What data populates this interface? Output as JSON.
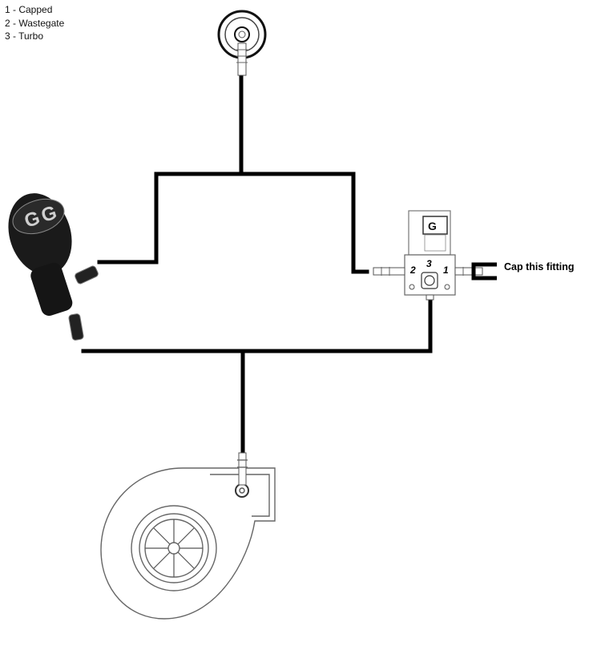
{
  "legend": {
    "items": [
      {
        "label": "1 - Capped"
      },
      {
        "label": "2 - Wastegate"
      },
      {
        "label": "3 - Turbo"
      }
    ]
  },
  "solenoid": {
    "port_labels": {
      "port1": "1",
      "port2": "2",
      "port3": "3"
    }
  },
  "annotation": {
    "cap_text": "Cap this fitting"
  },
  "colors": {
    "hose": "#000000",
    "outline": "#555555",
    "bov_body": "#1a1a1a"
  },
  "icons": {
    "wastegate": "wastegate-fitting-icon",
    "bov": "blow-off-valve-icon",
    "solenoid": "boost-control-solenoid-icon",
    "cap": "fitting-cap-icon",
    "turbo": "turbocharger-icon"
  }
}
